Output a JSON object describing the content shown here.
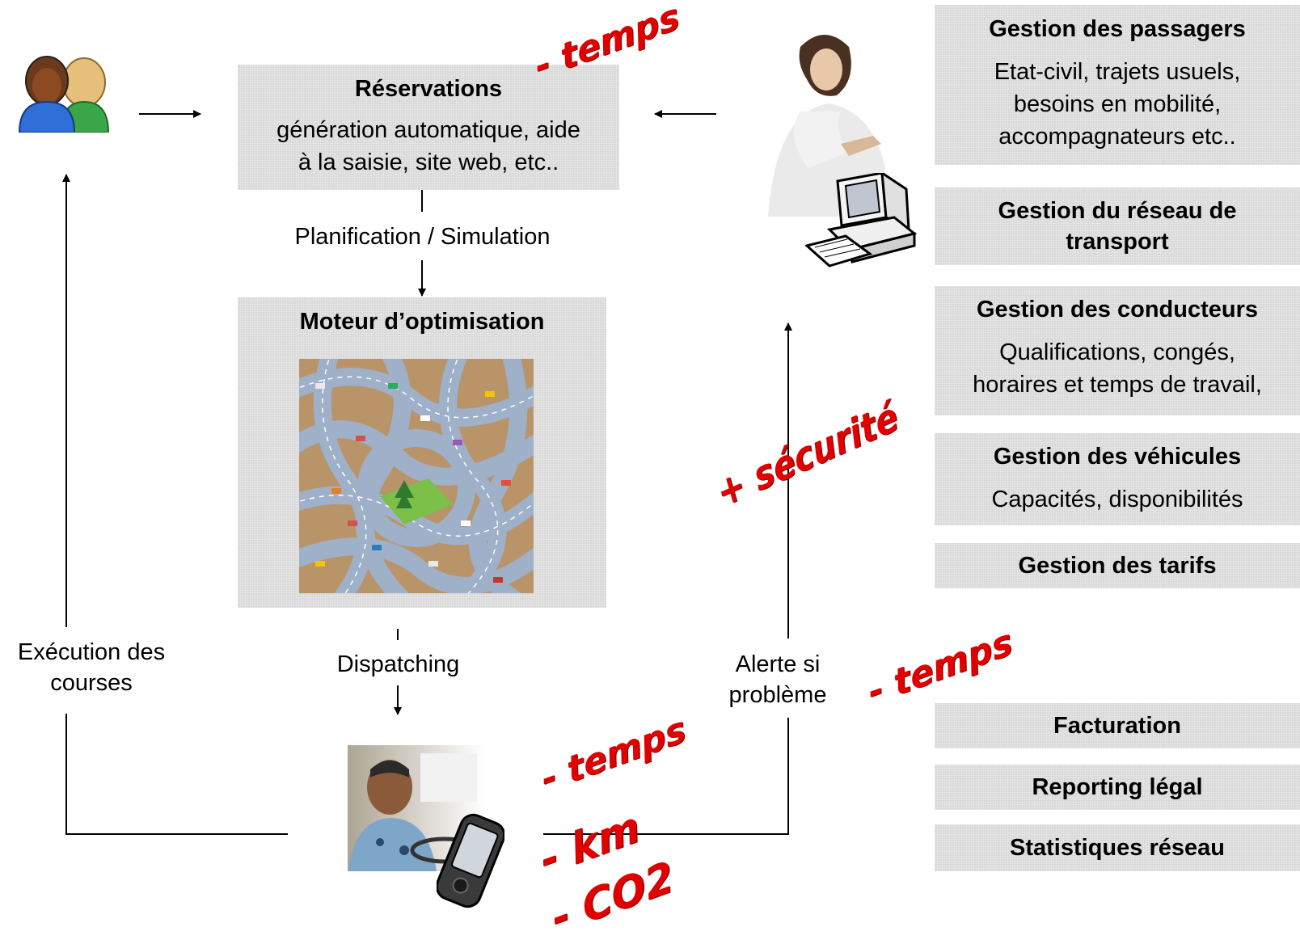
{
  "reservations": {
    "title": "Réservations",
    "line1": "génération automatique, aide",
    "line2": "à la saisie, site web, etc.."
  },
  "planification_label": "Planification / Simulation",
  "moteur": {
    "title": "Moteur d’optimisation"
  },
  "dispatching_label": "Dispatching",
  "execution_label": {
    "line1": "Exécution des",
    "line2": "courses"
  },
  "alerte_label": {
    "line1": "Alerte si",
    "line2": "problème"
  },
  "badges": {
    "temps_top": "- temps",
    "securite": "+ sécurité",
    "temps_right": "- temps",
    "temps_bottom": "- temps",
    "km": "- km",
    "co2": "- CO2"
  },
  "panels": {
    "passagers": {
      "title": "Gestion des passagers",
      "line1": "Etat-civil, trajets usuels,",
      "line2": "besoins en mobilité,",
      "line3": "accompagnateurs etc.."
    },
    "reseau": {
      "line1": "Gestion du réseau de",
      "line2": "transport"
    },
    "conducteurs": {
      "title": "Gestion des conducteurs",
      "line1": "Qualifications, congés,",
      "line2": "horaires et temps de travail,"
    },
    "vehicules": {
      "title": "Gestion des véhicules",
      "line1": "Capacités, disponibilités"
    },
    "tarifs": {
      "title": "Gestion des tarifs"
    },
    "facturation": {
      "title": "Facturation"
    },
    "reporting": {
      "title": "Reporting légal"
    },
    "statistiques": {
      "title": "Statistiques réseau"
    }
  },
  "colors": {
    "accent_red": "#e00000",
    "box_gray": "#d9d9d9",
    "road_blue": "#a8b8cf"
  },
  "icons": [
    "users-icon",
    "operator-woman-icon",
    "computer-icon",
    "road-network-image",
    "driver-icon",
    "handheld-device-icon"
  ]
}
